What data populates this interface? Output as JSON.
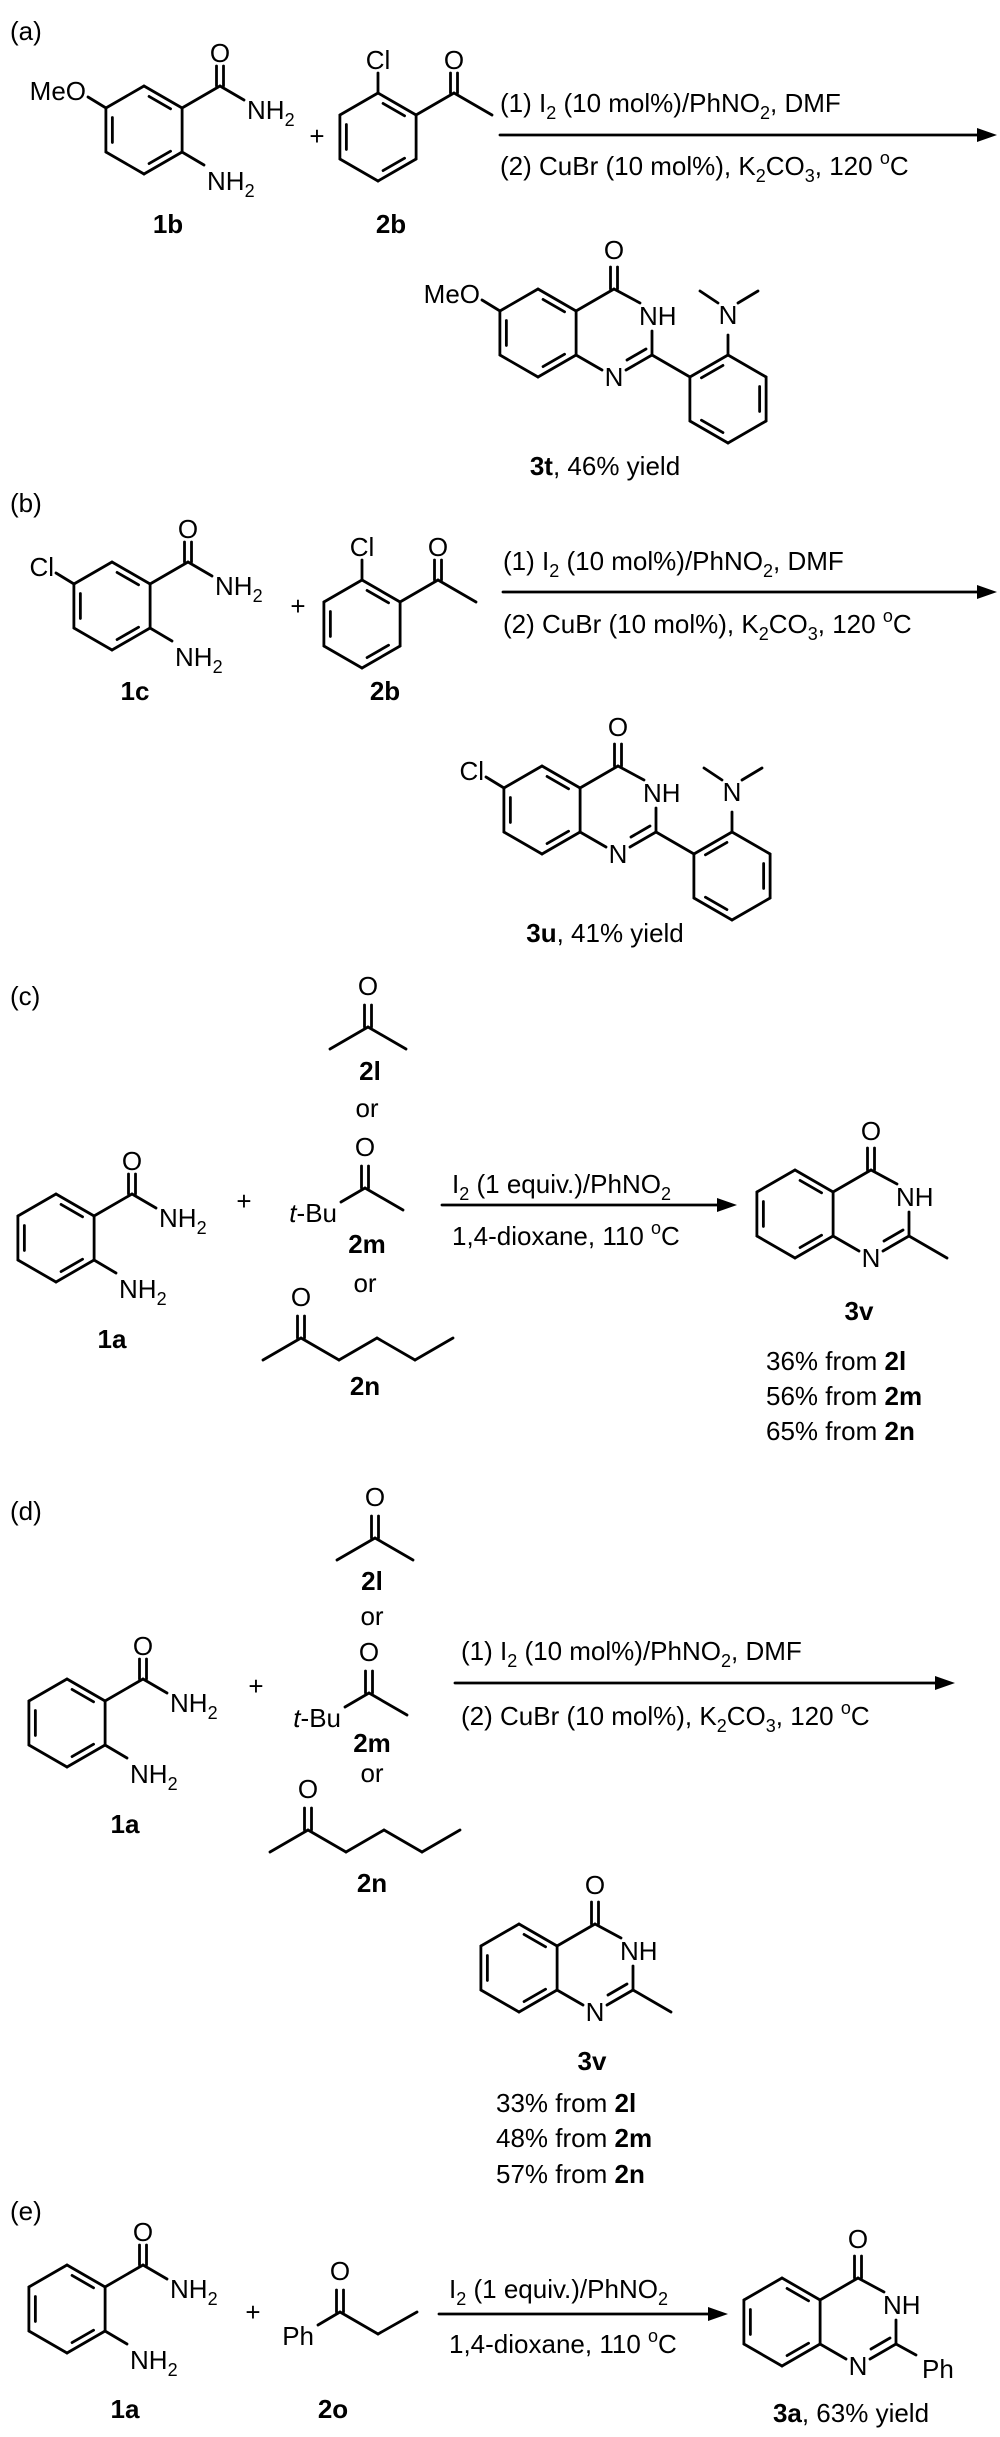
{
  "atoms": {
    "O": "O",
    "N": "N",
    "NH": "NH",
    "NH2": [
      "NH",
      "2"
    ],
    "MeO": "MeO",
    "Cl": "Cl",
    "tBu": [
      "t",
      "-Bu"
    ],
    "Ph": "Ph"
  },
  "plus": "+",
  "or": "or",
  "conditions": {
    "two_step": {
      "line1": [
        {
          "t": "(1) I"
        },
        {
          "sub": "2"
        },
        {
          "t": " (10 mol%)/PhNO"
        },
        {
          "sub": "2"
        },
        {
          "t": ", DMF"
        }
      ],
      "line2": [
        {
          "t": "(2) CuBr (10 mol%), K"
        },
        {
          "sub": "2"
        },
        {
          "t": "CO"
        },
        {
          "sub": "3"
        },
        {
          "t": ", 120 "
        },
        {
          "sup": "o"
        },
        {
          "t": "C"
        }
      ]
    },
    "one_step": {
      "line1": [
        {
          "t": "I"
        },
        {
          "sub": "2"
        },
        {
          "t": " (1 equiv.)/PhNO"
        },
        {
          "sub": "2"
        }
      ],
      "line2": [
        {
          "t": "1,4-dioxane, 110 "
        },
        {
          "sup": "o"
        },
        {
          "t": "C"
        }
      ]
    }
  },
  "panels": {
    "a": {
      "label": "(a)",
      "amide": "1b",
      "ketone": "2b",
      "product": "3t",
      "yield": ", 46% yield"
    },
    "b": {
      "label": "(b)",
      "amide": "1c",
      "ketone": "2b",
      "product": "3u",
      "yield": ", 41% yield"
    },
    "c": {
      "label": "(c)",
      "amide": "1a",
      "ketones": [
        "2l",
        "2m",
        "2n"
      ],
      "product": "3v",
      "yields": [
        {
          "text": "36% from ",
          "src": "2l"
        },
        {
          "text": "56% from ",
          "src": "2m"
        },
        {
          "text": "65% from ",
          "src": "2n"
        }
      ]
    },
    "d": {
      "label": "(d)",
      "amide": "1a",
      "ketones": [
        "2l",
        "2m",
        "2n"
      ],
      "product": "3v",
      "yields": [
        {
          "text": "33% from ",
          "src": "2l"
        },
        {
          "text": "48% from ",
          "src": "2m"
        },
        {
          "text": "57% from ",
          "src": "2n"
        }
      ]
    },
    "e": {
      "label": "(e)",
      "amide": "1a",
      "ketone": "2o",
      "product": "3a",
      "yield": ", 63% yield"
    }
  }
}
